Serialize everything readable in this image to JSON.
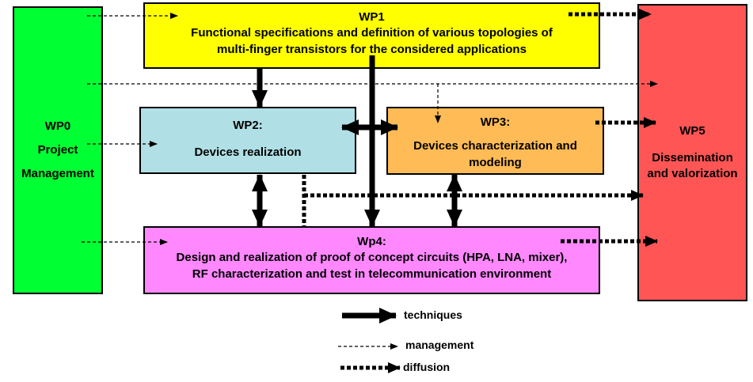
{
  "wp0": {
    "title": "WP0",
    "line1": "Project",
    "line2": "Management"
  },
  "wp1": {
    "title": "WP1",
    "line1": "Functional specifications  and definition of various topologies of",
    "line2": "multi-finger transistors for the considered applications"
  },
  "wp2": {
    "title": "WP2:",
    "line1": "Devices realization"
  },
  "wp3": {
    "title": "WP3:",
    "line1": "Devices characterization  and",
    "line2": "modeling"
  },
  "wp4": {
    "title": "Wp4:",
    "line1": "Design and realization of proof of concept circuits (HPA, LNA, mixer),",
    "line2": "RF characterization and test in telecommunication environment"
  },
  "wp5": {
    "title": "WP5",
    "line1": "Dissemination",
    "line2": "and valorization"
  },
  "legend": {
    "techniques": "techniques",
    "management": "management",
    "diffusion": "diffusion"
  },
  "colors": {
    "wp0": "#00ff33",
    "wp1": "#ffff00",
    "wp2": "#b0e0e6",
    "wp3": "#ffbb55",
    "wp4": "#ff88ff",
    "wp5": "#ff5555"
  }
}
